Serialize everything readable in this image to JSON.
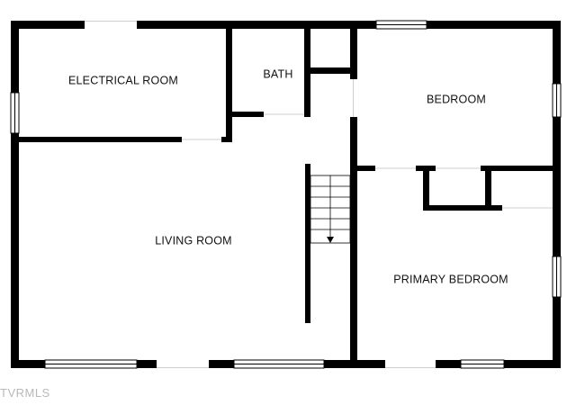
{
  "rooms": {
    "electrical_room": "ELECTRICAL ROOM",
    "bath": "BATH",
    "bedroom": "BEDROOM",
    "living_room": "LIVING ROOM",
    "primary_bedroom": "PRIMARY BEDROOM"
  },
  "watermark": "TVRMLS",
  "colors": {
    "wall": "#000000",
    "window": "#ffffff",
    "background": "#ffffff"
  }
}
